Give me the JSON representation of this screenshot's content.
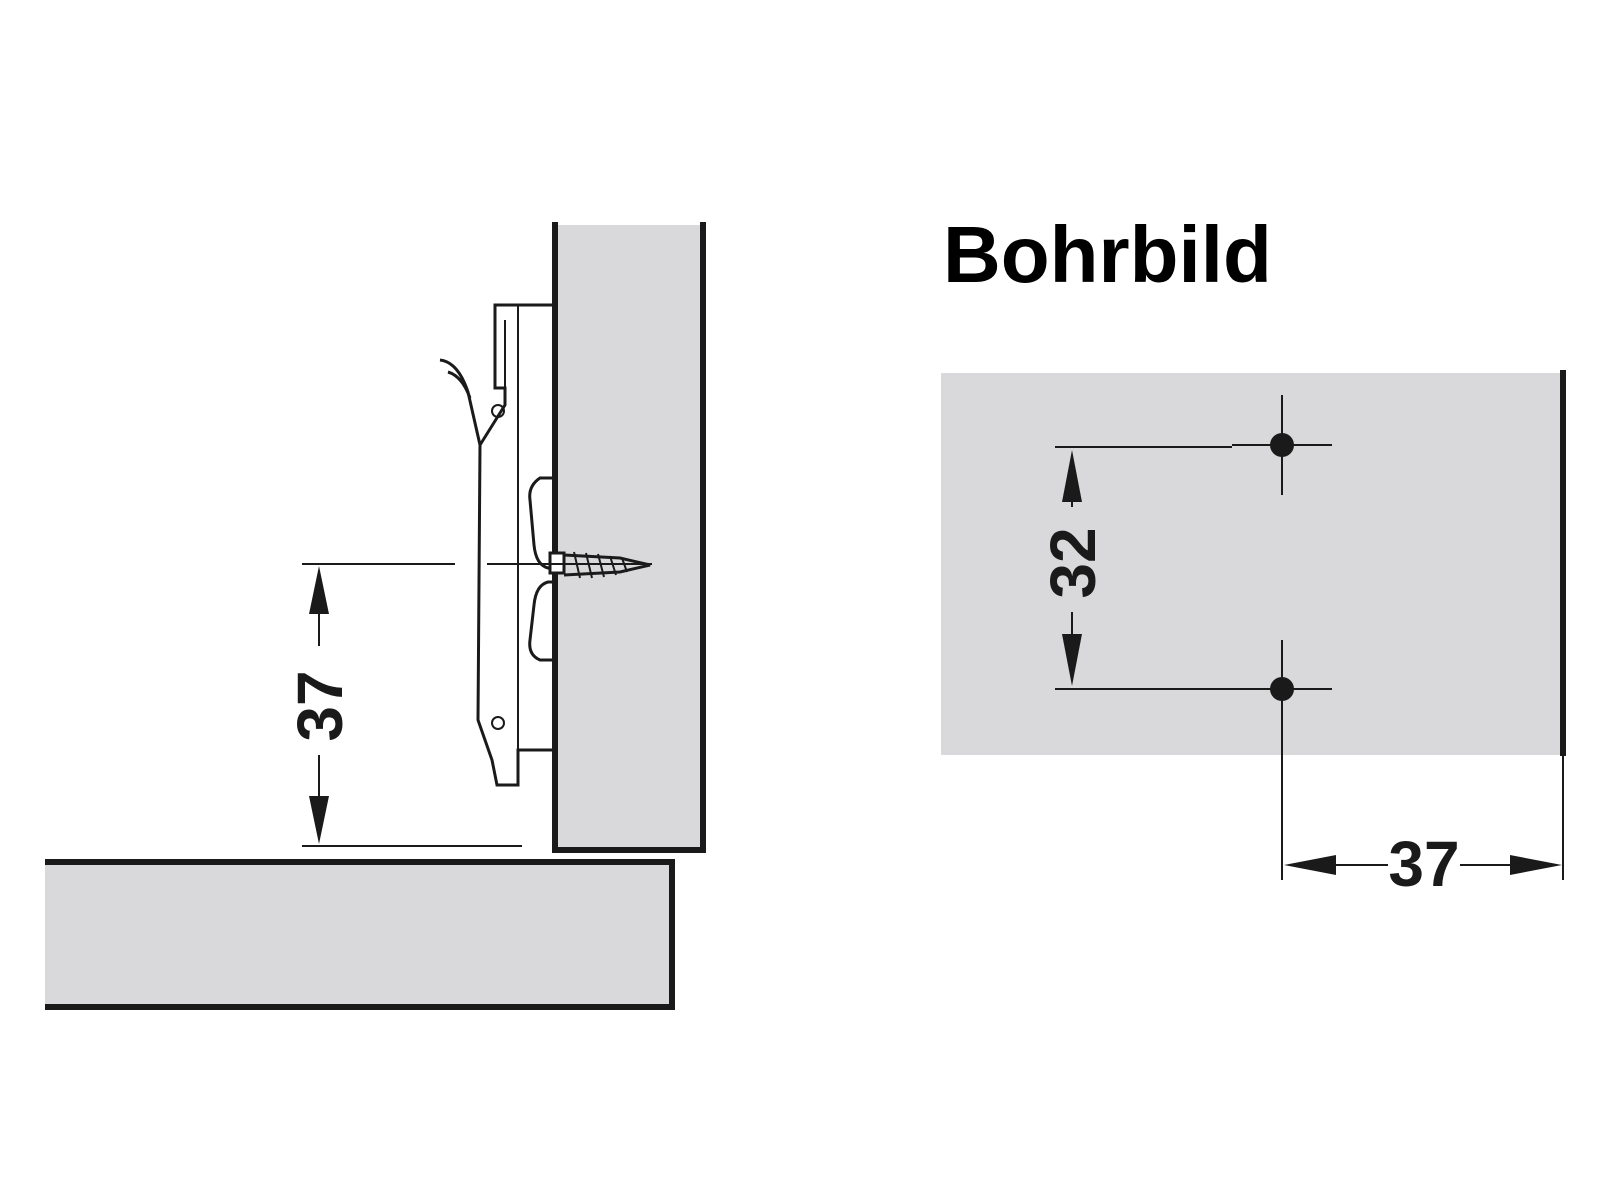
{
  "title": "Bohrbild",
  "side_view": {
    "dimension_height": "37"
  },
  "drill_pattern": {
    "dimension_spacing": "32",
    "dimension_edge": "37"
  },
  "colors": {
    "panel_fill": "#d9d9db",
    "line": "#1a1a1a"
  }
}
